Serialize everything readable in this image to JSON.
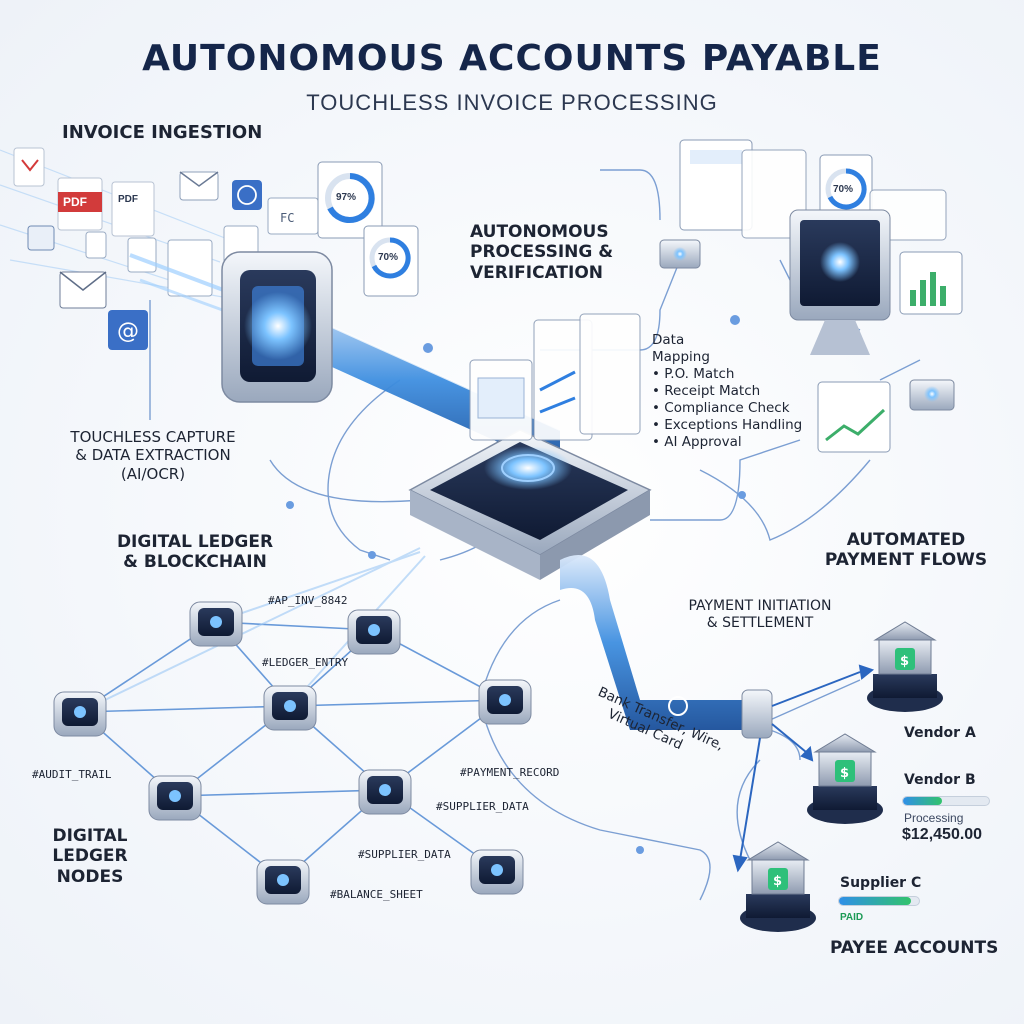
{
  "header": {
    "title": "AUTONOMOUS ACCOUNTS PAYABLE",
    "subtitle": "TOUCHLESS INVOICE PROCESSING"
  },
  "ingestion": {
    "heading": "INVOICE INGESTION",
    "doc_labels": [
      "PDF",
      "PDF"
    ],
    "gauges": [
      "97%",
      "70%"
    ],
    "capture_caption": [
      "TOUCHLESS CAPTURE",
      "& DATA EXTRACTION",
      "(AI/OCR)"
    ]
  },
  "processing": {
    "heading": [
      "AUTONOMOUS",
      "PROCESSING &",
      "VERIFICATION"
    ],
    "mapping_title": [
      "Data",
      "Mapping"
    ],
    "checks": [
      "P.O. Match",
      "Receipt Match",
      "Compliance Check",
      "Exceptions Handling",
      "AI Approval"
    ],
    "dashboard_gauge": "70%"
  },
  "ledger": {
    "heading": [
      "DIGITAL LEDGER",
      "& BLOCKCHAIN"
    ],
    "nodes_heading": [
      "DIGITAL",
      "LEDGER",
      "NODES"
    ],
    "tags": {
      "ap_inv": "#AP_INV_8842",
      "ledger_entry": "#LEDGER_ENTRY",
      "audit_trail": "#AUDIT_TRAIL",
      "payment_record": "#PAYMENT_RECORD",
      "supplier_data_1": "#SUPPLIER_DATA",
      "supplier_data_2": "#SUPPLIER_DATA",
      "balance_sheet": "#BALANCE_SHEET"
    }
  },
  "payments": {
    "heading": [
      "AUTOMATED",
      "PAYMENT FLOWS"
    ],
    "initiation": [
      "PAYMENT INITIATION",
      "& SETTLEMENT"
    ],
    "methods": [
      "Bank Transfer, Wire,",
      "Virtual Card"
    ],
    "payees_heading": "PAYEE ACCOUNTS",
    "vendors": [
      {
        "name": "Vendor A"
      },
      {
        "name": "Vendor B",
        "status": "Processing",
        "amount": "$12,450.00",
        "progress": 0.45
      },
      {
        "name": "Supplier C",
        "status": "PAID",
        "progress": 0.9
      }
    ]
  },
  "colors": {
    "accent": "#2f8fe8",
    "paid": "#1c9a55",
    "ink": "#15264a"
  }
}
